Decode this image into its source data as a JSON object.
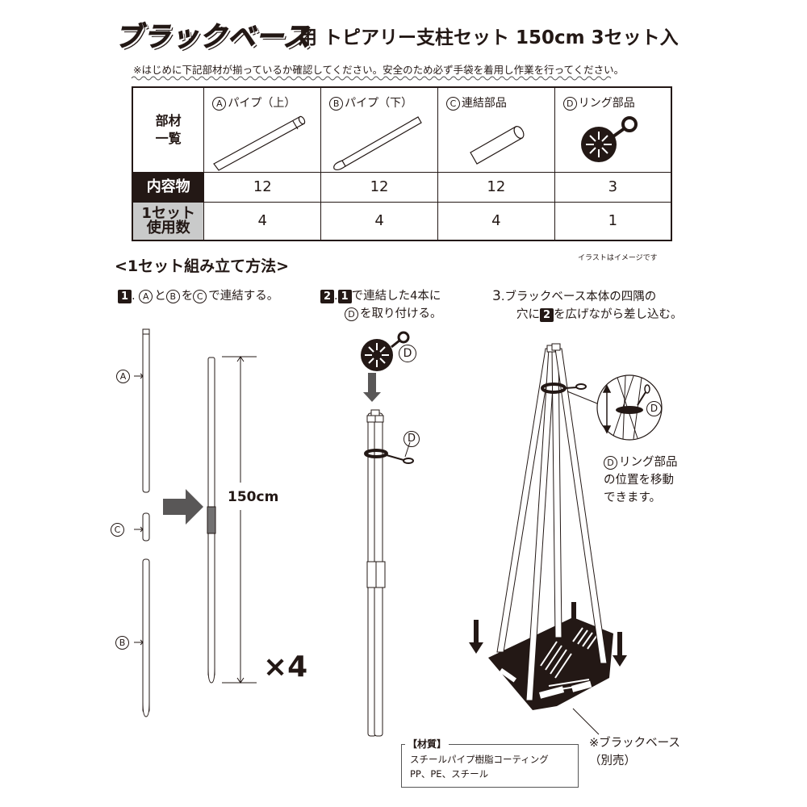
{
  "header": {
    "brand": "ブラックベース",
    "title": "用 トピアリー支柱セット 150cm 3セット入",
    "notice": "※はじめに下記部材が揃っているか確認してください。安全のため必ず手袋を着用し作業を行ってください。"
  },
  "parts_table": {
    "row_labels": {
      "parts_list": "部材\n一覧",
      "parts_list_line1": "部材",
      "parts_list_line2": "一覧",
      "contents": "内容物",
      "per_set_line1": "1セット",
      "per_set_line2": "使用数"
    },
    "columns": [
      {
        "mark": "A",
        "name": "パイプ（上）",
        "contents": "12",
        "per_set": "4",
        "icon": "pipe-upper-icon"
      },
      {
        "mark": "B",
        "name": "パイプ（下）",
        "contents": "12",
        "per_set": "4",
        "icon": "pipe-lower-icon"
      },
      {
        "mark": "C",
        "name": "連結部品",
        "contents": "12",
        "per_set": "4",
        "icon": "connector-icon"
      },
      {
        "mark": "D",
        "name": "リング部品",
        "contents": "3",
        "per_set": "1",
        "icon": "ring-part-icon"
      }
    ],
    "illustration_note": "イラストはイメージです"
  },
  "assembly": {
    "section_title": "<1セット組み立て方法>",
    "steps": [
      {
        "number": "1",
        "text_parts": [
          "A",
          "と",
          "B",
          "を",
          "C",
          "で連結する。"
        ]
      },
      {
        "number": "2",
        "line1_ref": "1",
        "line1": "で連結した4本に",
        "line2_mark": "D",
        "line2": "を取り付ける。"
      },
      {
        "number": "3",
        "line1": "ブラックベース本体の四隅の",
        "line2_pre": "穴に",
        "line2_ref": "2",
        "line2": "を広げながら差し込む。"
      }
    ],
    "step1": {
      "labels": [
        "A",
        "C",
        "B"
      ],
      "length": "150cm",
      "multiplier": "×4"
    },
    "step2": {
      "label": "D"
    },
    "step3": {
      "ring_label": "D",
      "ring_caption_mark": "D",
      "ring_caption_line1": "リング部品",
      "ring_caption_line2": "の位置を移動",
      "ring_caption_line3": "できます。",
      "base_caption_line1": "※ブラックベース",
      "base_caption_line2": "（別売）"
    }
  },
  "material": {
    "title": "【材質】",
    "line1": "スチールパイプ樹脂コーティング",
    "line2": "PP、PE、スチール"
  },
  "colors": {
    "ink": "#231815",
    "header_gray": "#c9caca",
    "arrow_gray": "#595757",
    "connector_gray": "#727171"
  }
}
